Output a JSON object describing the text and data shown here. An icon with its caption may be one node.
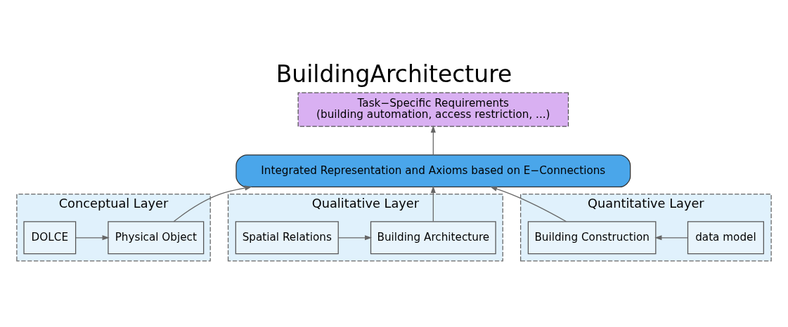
{
  "diagram": {
    "title": "BuildingArchitecture",
    "nodes": [
      {
        "text": [
          "Task−Specific Requirements",
          "(building automation, access restriction, ...)"
        ]
      },
      {
        "text": [
          "Integrated Representation and Axioms based on E−Connections"
        ]
      },
      {
        "text": [
          "Conceptual Layer"
        ]
      },
      {
        "text": [
          "DOLCE"
        ],
        "in": 2
      },
      {
        "text": [
          "Physical Object"
        ],
        "in": 2
      },
      {
        "text": [
          "Qualitative Layer"
        ]
      },
      {
        "text": [
          "Spatial Relations"
        ],
        "in": 5
      },
      {
        "text": [
          "Building Architecture"
        ],
        "in": 5
      },
      {
        "text": [
          "Quantitative Layer"
        ]
      },
      {
        "text": [
          "Building Construction"
        ],
        "in": 8
      },
      {
        "text": [
          "data model"
        ],
        "in": 8
      }
    ],
    "edges": [
      {
        "from": 1,
        "to": 0,
        "arrow": "to"
      },
      {
        "from": 4,
        "to": 1,
        "arrow": "to"
      },
      {
        "from": 7,
        "to": 1,
        "arrow": "to"
      },
      {
        "from": 9,
        "to": 1,
        "arrow": "to"
      },
      {
        "from": 3,
        "to": 4,
        "arrow": "to"
      },
      {
        "from": 6,
        "to": 7,
        "arrow": "to"
      },
      {
        "from": 10,
        "to": 9,
        "arrow": "to"
      }
    ]
  }
}
